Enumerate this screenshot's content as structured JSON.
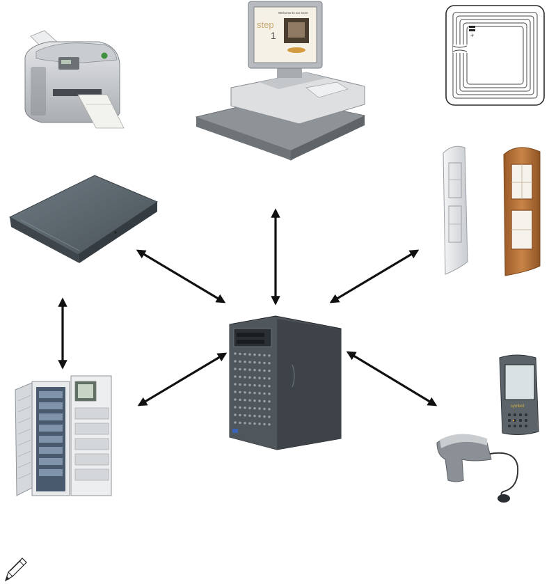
{
  "kiosk_screen": {
    "header_text": "Welcome to our store",
    "step_word": "step",
    "step_number": "1"
  },
  "handheld": {
    "brand_label": "symbol"
  },
  "colors": {
    "arrow": "#111111",
    "device_gray": "#8e9499",
    "dark_gray": "#3c4247",
    "wood": "#b56f36"
  },
  "icons": [
    "printer-icon",
    "kiosk-icon",
    "rfid-tag-icon",
    "reader-pad-icon",
    "security-gates-icon",
    "server-icon",
    "server-rack-icon",
    "handheld-icon",
    "rfid-gun-icon",
    "pencil-icon"
  ]
}
